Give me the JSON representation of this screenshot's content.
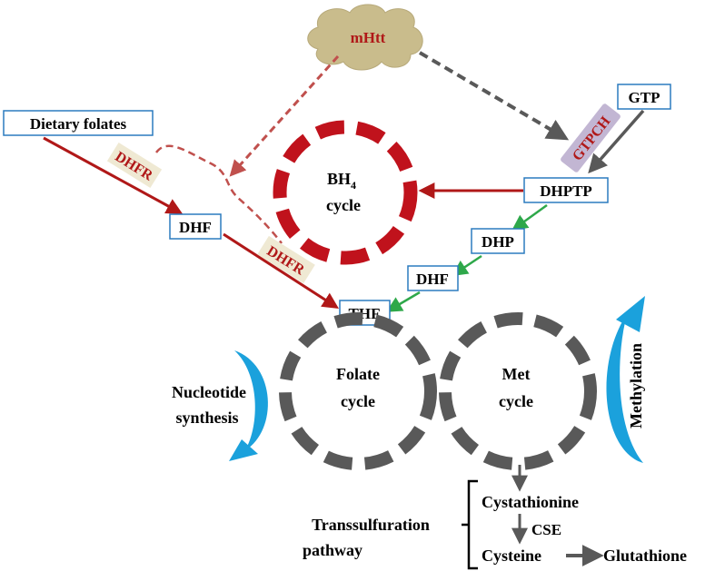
{
  "title": "",
  "nodes": {
    "mhtt": "mHtt",
    "gtp": "GTP",
    "gtpch": "GTPCH",
    "dietary_folates": "Dietary folates",
    "dhfr_1": "DHFR",
    "dhf_left": "DHF",
    "dhfr_2": "DHFR",
    "bh4_main": "BH",
    "bh4_sub": "4",
    "bh4_cycle": "cycle",
    "dhptp": "DHPTP",
    "dhp": "DHP",
    "dhf_right": "DHF",
    "thf": "THF",
    "folate_label": "Folate",
    "folate_cycle": "cycle",
    "met_label": "Met",
    "met_cycle": "cycle",
    "nucleotide_1": "Nucleotide",
    "nucleotide_2": "synthesis",
    "methylation": "Methylation",
    "transsulfuration_1": "Transsulfuration",
    "transsulfuration_2": "pathway",
    "cystathionine": "Cystathionine",
    "cse": "CSE",
    "cysteine": "Cysteine",
    "glutathione": "Glutathione"
  },
  "colors": {
    "inhibition": "#c0504d",
    "enzyme_text": "#b01818",
    "red_arrow": "#b01818",
    "green_arrow": "#2ea84a",
    "gray": "#595959",
    "box_border": "#2b7bbf",
    "cloud": "#c9bc8c",
    "blue_arrow": "#1ba1dc",
    "gtpch_bg": "#c2b6d3"
  }
}
